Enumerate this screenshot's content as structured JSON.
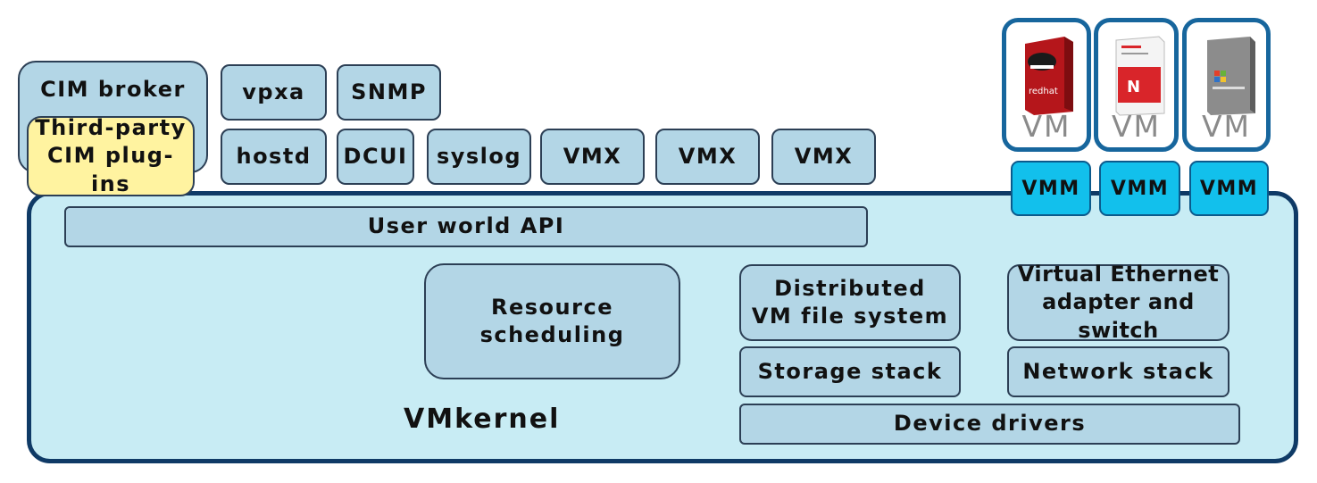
{
  "userspace": {
    "cim_broker": "CIM broker",
    "third_party_line1": "Third-party",
    "third_party_line2": "CIM plug-ins",
    "vpxa": "vpxa",
    "snmp": "SNMP",
    "hostd": "hostd",
    "dcui": "DCUI",
    "syslog": "syslog",
    "vmx": [
      "VMX",
      "VMX",
      "VMX"
    ]
  },
  "vms": [
    {
      "label": "VM",
      "vmm": "VMM",
      "product_icon": "red-hat-box-icon",
      "product_text": "redhat"
    },
    {
      "label": "VM",
      "vmm": "VMM",
      "product_icon": "netware-box-icon",
      "product_text": "N"
    },
    {
      "label": "VM",
      "vmm": "VMM",
      "product_icon": "windows-server-box-icon",
      "product_text": ""
    }
  ],
  "kernel": {
    "label": "VMkernel",
    "user_world_api": "User world API",
    "resource_line1": "Resource",
    "resource_line2": "scheduling",
    "dvfs_line1": "Distributed",
    "dvfs_line2": "VM file system",
    "vether_line1": "Virtual Ethernet",
    "vether_line2": "adapter and switch",
    "storage_stack": "Storage stack",
    "network_stack": "Network stack",
    "device_drivers": "Device drivers"
  },
  "colors": {
    "kernel_fill": "#c8ecf4",
    "kernel_border": "#0f3a66",
    "box_fill": "#b3d6e6",
    "plugin_fill": "#fff3a0",
    "vmm_fill": "#12c0ec",
    "vm_border": "#17669d"
  }
}
